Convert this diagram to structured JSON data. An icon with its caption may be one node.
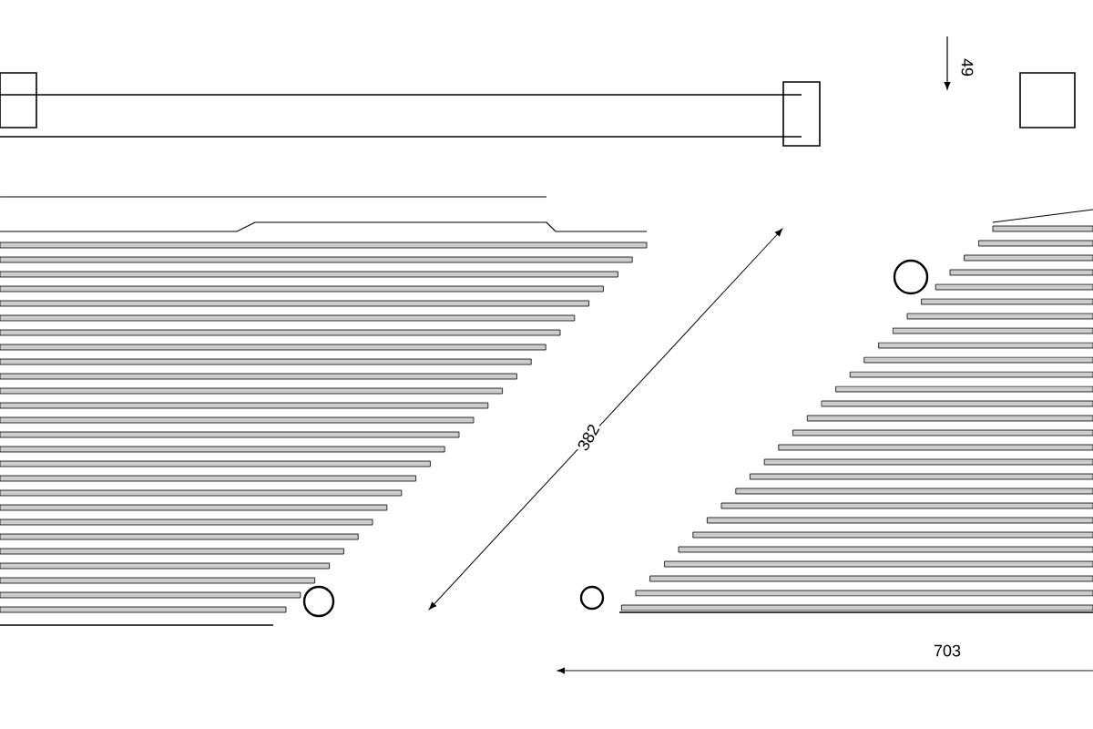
{
  "diagram": {
    "labels": [
      "49",
      "382",
      "703"
    ]
  }
}
